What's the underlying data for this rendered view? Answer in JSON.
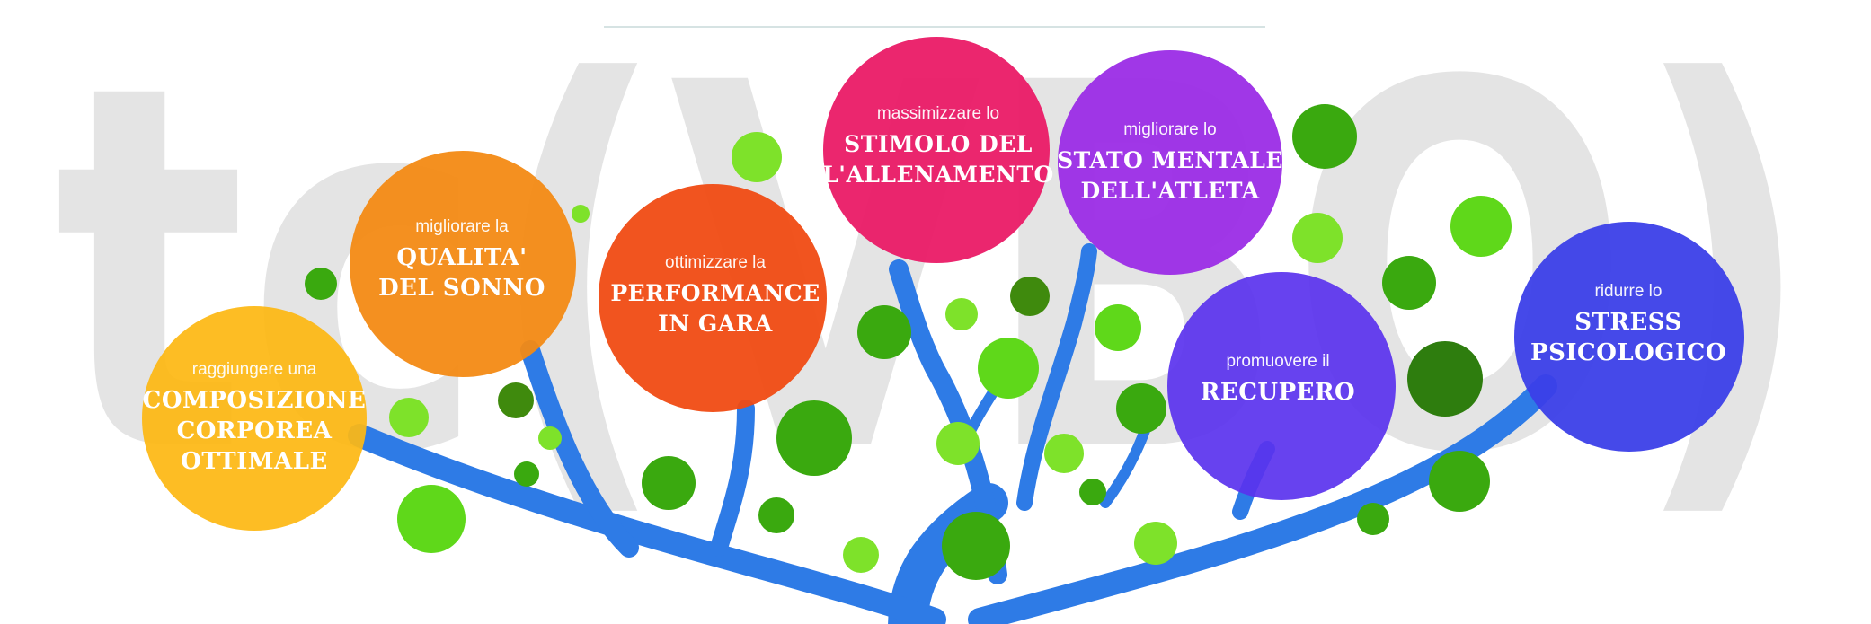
{
  "watermark": {
    "text": "tc(VBO)",
    "color": "#d9d9d9"
  },
  "tree_color": "#2e7be6",
  "goals": [
    {
      "id": "composizione",
      "small": "raggiungere una",
      "lines": [
        "COMPOSIZIONE",
        "CORPOREA",
        "OTTIMALE"
      ],
      "color": "#fdb813"
    },
    {
      "id": "sonno",
      "small": "migliorare la",
      "lines": [
        "QUALITA'",
        "DEL SONNO"
      ],
      "color": "#f38a14"
    },
    {
      "id": "performance",
      "small": "ottimizzare la",
      "lines": [
        "PERFORMANCE",
        "IN GARA"
      ],
      "color": "#f04b13"
    },
    {
      "id": "stimolo",
      "small": "massimizzare lo",
      "lines": [
        "STIMOLO DEL",
        "L'ALLENAMENTO"
      ],
      "color": "#ea1a66"
    },
    {
      "id": "stato-mentale",
      "small": "migliorare lo",
      "lines": [
        "STATO MENTALE",
        "DELL'ATLETA"
      ],
      "color": "#9b2ce6"
    },
    {
      "id": "recupero",
      "small": "promuovere il",
      "lines": [
        "RECUPERO"
      ],
      "color": "#5a32ee"
    },
    {
      "id": "stress",
      "small": "ridurre lo",
      "lines": [
        "STRESS",
        "PSICOLOGICO"
      ],
      "color": "#3b3fe8"
    }
  ]
}
